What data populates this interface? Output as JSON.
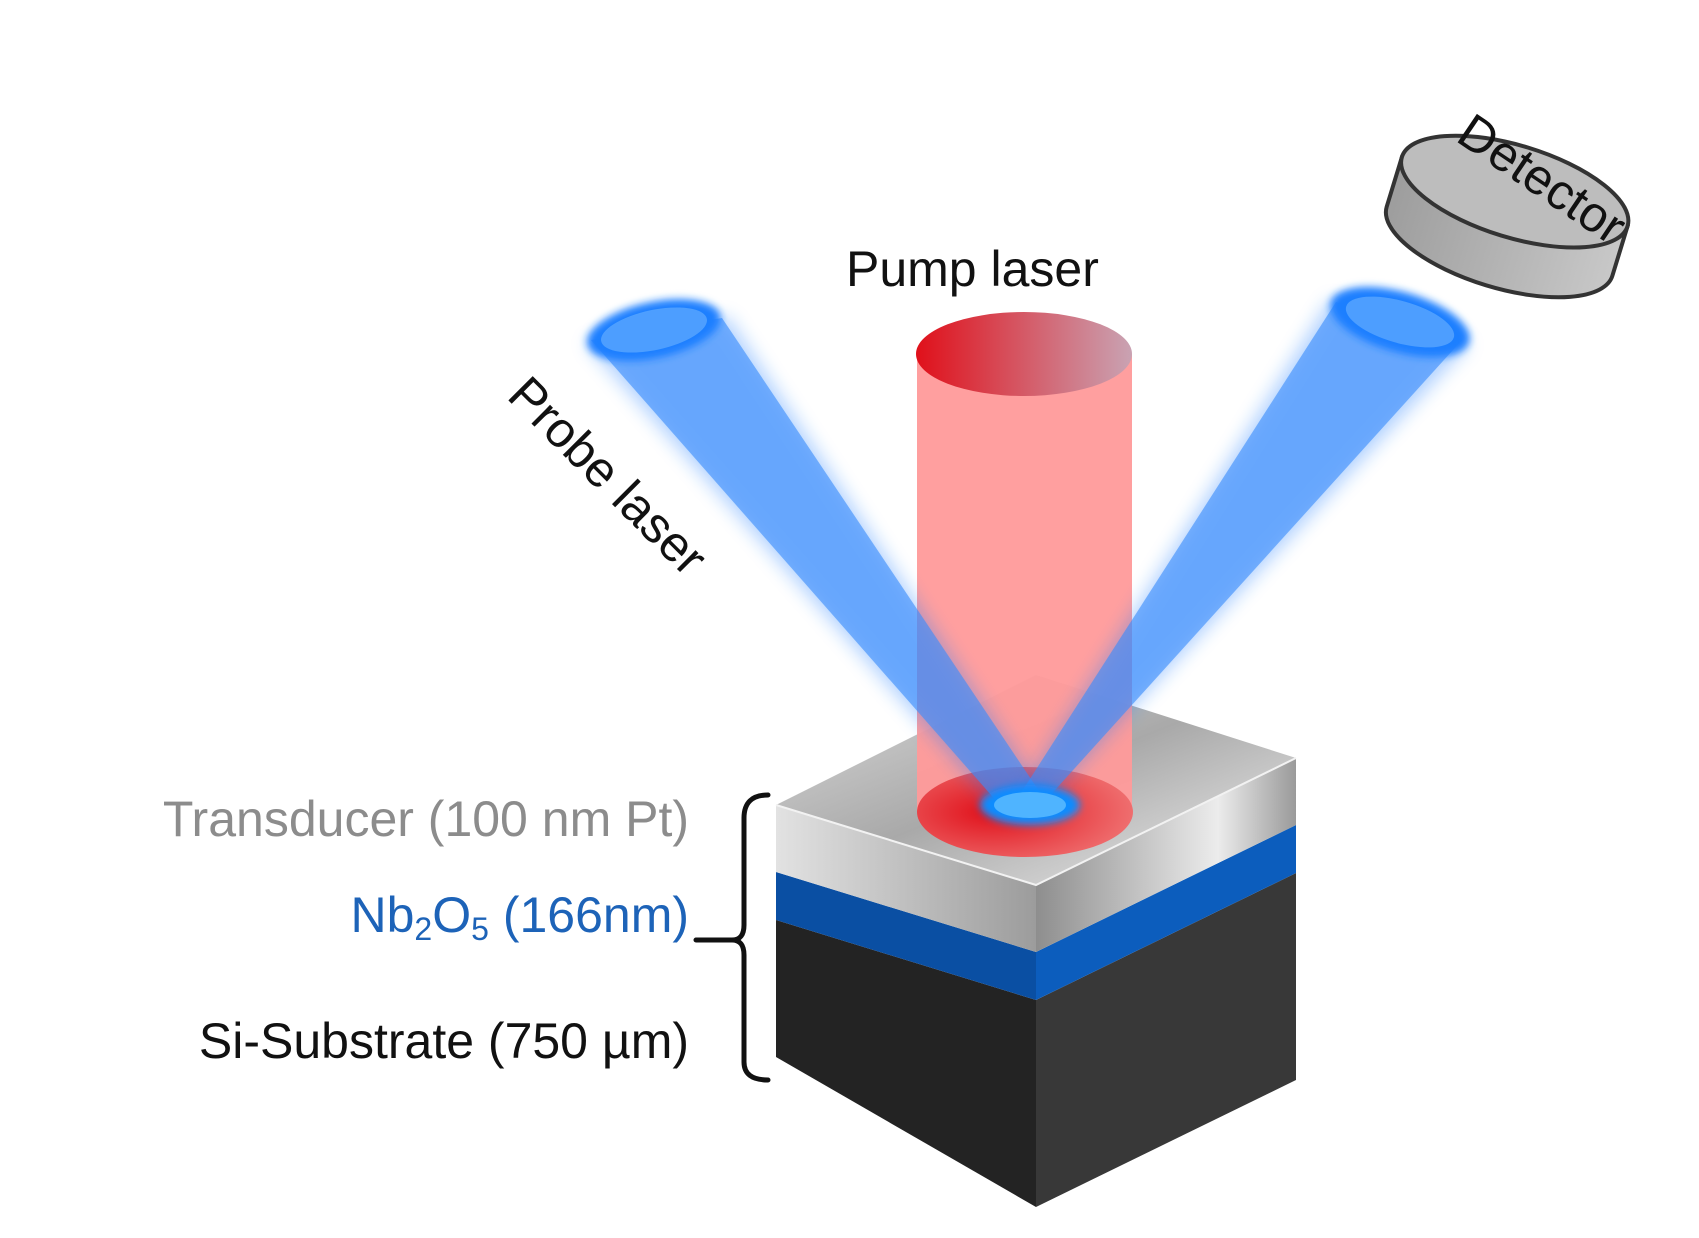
{
  "labels": {
    "detector": "Detector",
    "pump_laser": "Pump laser",
    "probe_laser": "Probe laser",
    "transducer": "Transducer (100 nm Pt)",
    "oxide": {
      "base1": "Nb",
      "sub1": "2",
      "base2": "O",
      "sub2": "5",
      "thickness": " (166nm)"
    },
    "substrate": "Si-Substrate (750 µm)"
  },
  "colors": {
    "probe_beam": "#2f86ff",
    "pump_beam": "#ff9a9a",
    "pump_top": "#e0101a",
    "transducer_layer": "#b9b9b9",
    "oxide_layer": "#0a55b0",
    "substrate_layer": "#2e2e2e",
    "detector_body": "#b4b4b4",
    "transducer_text": "#8c8c8c",
    "oxide_text": "#1d63b8",
    "substrate_text": "#111111"
  }
}
